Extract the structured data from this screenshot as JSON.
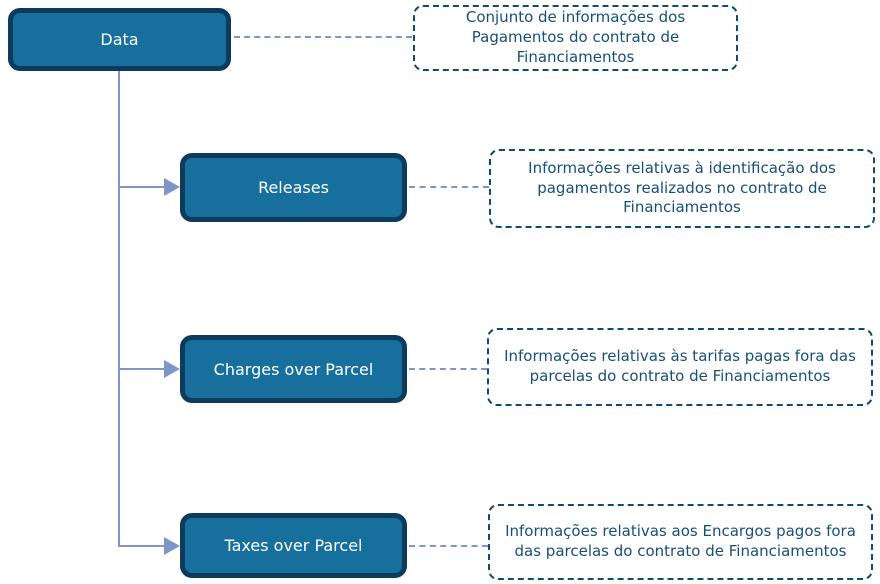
{
  "diagram": {
    "root": {
      "label": "Data",
      "note": "Conjunto de informações dos Pagamentos do contrato de Financiamentos"
    },
    "children": [
      {
        "label": "Releases",
        "note": "Informações relativas à identificação dos pagamentos realizados no contrato de Financiamentos"
      },
      {
        "label": "Charges over Parcel",
        "note": "Informações relativas às tarifas pagas fora das parcelas do contrato de Financiamentos"
      },
      {
        "label": "Taxes over Parcel",
        "note": "Informações relativas aos Encargos pagos fora das parcelas do contrato de Financiamentos"
      }
    ],
    "colors": {
      "node_fill": "#176F9E",
      "node_border": "#0C3B5C",
      "node_text": "#FFFFFF",
      "note_border": "#0E4A72",
      "note_text": "#17507A",
      "connector": "#8095C7"
    }
  }
}
